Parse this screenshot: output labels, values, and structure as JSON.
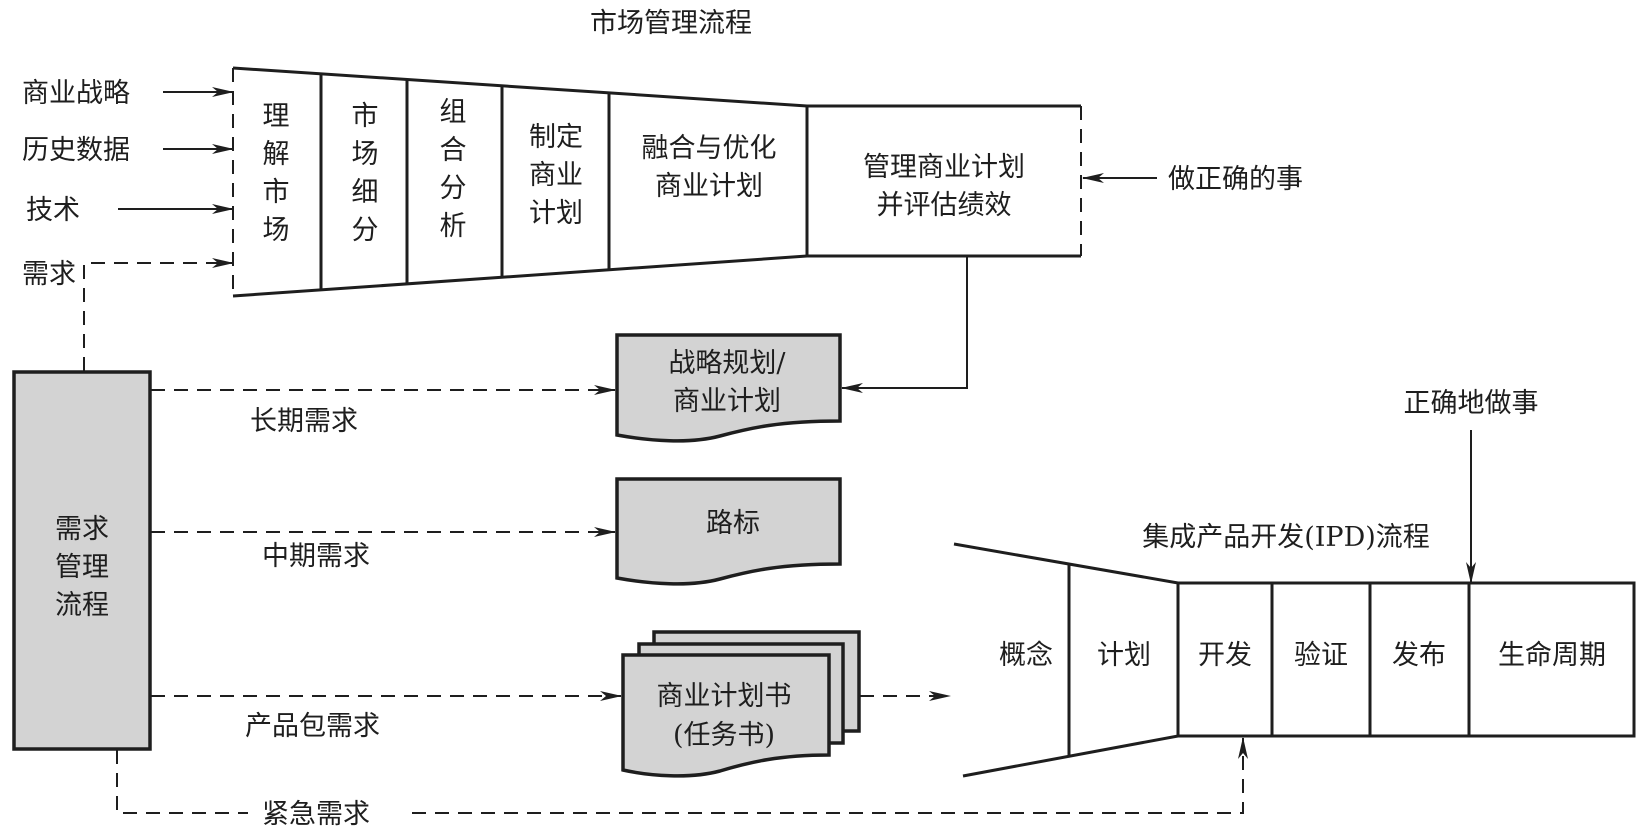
{
  "colors": {
    "ink": "#1e1e1e",
    "doc_fill": "#d3d3d3",
    "process_fill": "#ffffff"
  },
  "market_process": {
    "title": "市场管理流程",
    "inputs": [
      "商业战略",
      "历史数据",
      "技术",
      "需求"
    ],
    "stages": [
      [
        "理",
        "解",
        "市",
        "场"
      ],
      [
        "市",
        "场",
        "细",
        "分"
      ],
      [
        "组",
        "合",
        "分",
        "析"
      ],
      [
        "制定",
        "商业",
        "计划"
      ],
      [
        "融合与优化",
        "商业计划"
      ],
      [
        "管理商业计划",
        "并评估绩效"
      ]
    ],
    "right_input": "做正确的事"
  },
  "demand_process": {
    "lines": [
      "需求",
      "管理",
      "流程"
    ]
  },
  "demands": {
    "long_term": "长期需求",
    "mid_term": "中期需求",
    "product_package": "产品包需求",
    "urgent": "紧急需求"
  },
  "documents": {
    "strategy": [
      "战略规划/",
      "商业计划"
    ],
    "roadmap": [
      "路标"
    ],
    "charter": [
      "商业计划书",
      "(任务书)"
    ]
  },
  "ipd_process": {
    "title": "集成产品开发(IPD)流程",
    "top_input": "正确地做事",
    "stages": [
      "概念",
      "计划",
      "开发",
      "验证",
      "发布",
      "生命周期"
    ]
  }
}
